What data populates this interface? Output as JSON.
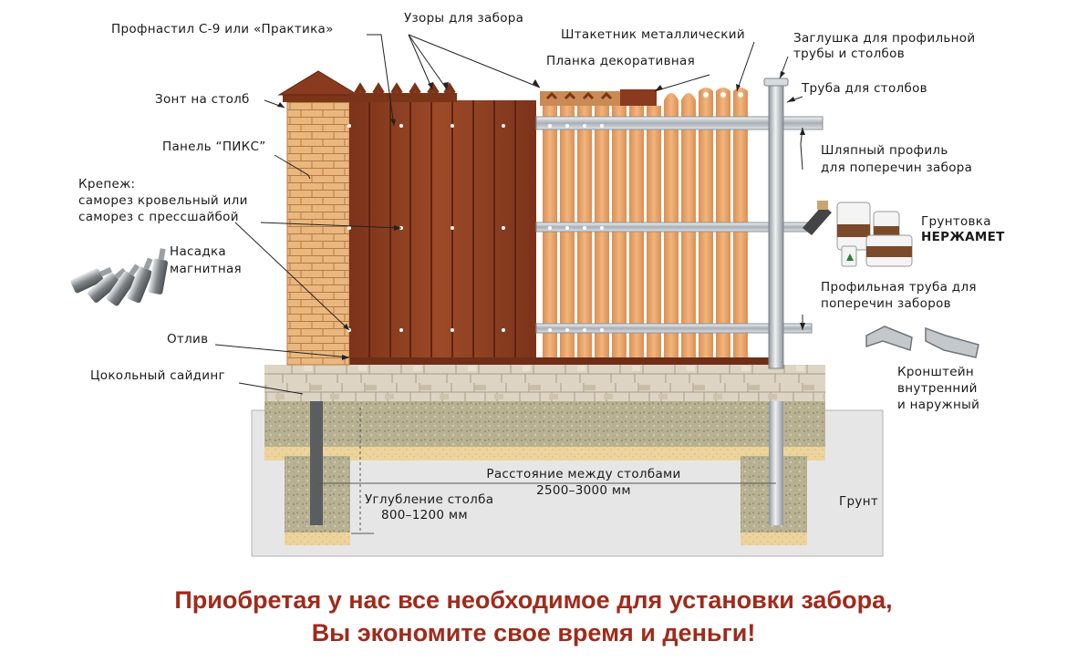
{
  "labels": {
    "profnastil": "Профнастил С-9 или «Практика»",
    "patterns": "Узоры для забора",
    "shtaketnik": "Штакетник металлический",
    "planka": "Планка декоративная",
    "zaglushka_1": "Заглушка для профильной",
    "zaglushka_2": "трубы и столбов",
    "truba_stolb": "Труба для столбов",
    "zont": "Зонт на столб",
    "panel": "Панель “ПИКС”",
    "krepezh_1": "Крепеж:",
    "krepezh_2": "саморез кровельный или",
    "krepezh_3": "саморез с прессшайбой",
    "nasadka_1": "Насадка",
    "nasadka_2": "магнитная",
    "shlyapny_1": "Шляпный профиль",
    "shlyapny_2": "для поперечин забора",
    "gruntovka_1": "Грунтовка",
    "gruntovka_2": "НЕРЖАМЕТ",
    "prof_truba_1": "Профильная труба для",
    "prof_truba_2": "поперечин заборов",
    "otliv": "Отлив",
    "tsokol": "Цокольный сайдинг",
    "kronshtein_1": "Кронштейн",
    "kronshtein_2": "внутренний",
    "kronshtein_3": "и наружный",
    "distance_1": "Расстояние между столбами",
    "distance_2": "2500–3000 мм",
    "depth_1": "Углубление столба",
    "depth_2": "800–1200 мм",
    "grunt": "Грунт"
  },
  "slogan": {
    "line1": "Приобретая у нас все необходимое для установки забора,",
    "line2": "Вы экономите свое время и деньги!"
  },
  "colors": {
    "brick": "#e9b37c",
    "roof": "#8a3a1e",
    "profnastil": "#8b3f22",
    "picket": "#e8a36a",
    "steel": "#b8bec4",
    "stone": "#d8cfc0",
    "gravel": "#b3ad8c",
    "sand": "#ecd39a",
    "ground": "#e6e6e6",
    "slogan": "#a12a1a"
  }
}
